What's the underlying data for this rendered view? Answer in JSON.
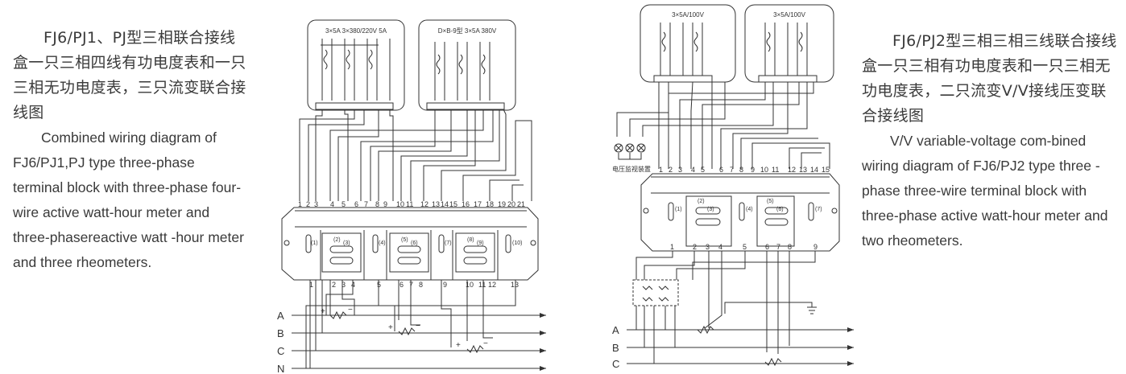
{
  "left_caption": {
    "zh": "FJ6/PJ1、PJ型三相联合接线盒一只三相四线有功电度表和一只三相无功电度表，三只流变联合接线图",
    "en": "Combined wiring diagram of FJ6/PJ1,PJ type three-phase terminal block with three-phase four-wire active watt-hour meter and three-phasereactive watt -hour meter and three rheometers."
  },
  "right_caption": {
    "zh": "FJ6/PJ2型三相三相三线联合接线盒一只三相有功电度表和一只三相无功电度表，二只流变V/V接线压变联合接线图",
    "en": "V/V variable-voltage com-bined wiring diagram of FJ6/PJ2 type three -phase three-wire terminal block with three-phase active watt-hour meter and two rheometers."
  },
  "left_diagram": {
    "meter1_label": "3×5A  3×380/220V  5A",
    "meter2_label": "D×B-9型  3×5A 380V",
    "top_terminal_numbers": [
      "1",
      "2",
      "3",
      "4",
      "5",
      "6",
      "7",
      "8",
      "9",
      "10",
      "11",
      "12",
      "13",
      "14",
      "15",
      "16",
      "17",
      "18",
      "19",
      "20",
      "21"
    ],
    "bottom_terminal_numbers": [
      "1",
      "2",
      "3",
      "4",
      "5",
      "6",
      "7",
      "8",
      "9",
      "10",
      "11",
      "12",
      "13"
    ],
    "switch_labels": [
      "(1)",
      "(2)",
      "(3)",
      "(4)",
      "(5)",
      "(6)",
      "(7)",
      "(8)",
      "(9)",
      "(10)"
    ],
    "bus_labels": [
      "A",
      "B",
      "C",
      "N"
    ],
    "ct_polarity": [
      "+",
      "−"
    ]
  },
  "right_diagram": {
    "meter1_label": "3×5A/100V",
    "meter2_label": "3×5A/100V",
    "monitor_label": "电压监视装置",
    "top_terminal_numbers": [
      "1",
      "2",
      "3",
      "4",
      "5",
      "6",
      "7",
      "8",
      "9",
      "10",
      "11",
      "12",
      "13",
      "14",
      "15"
    ],
    "bottom_terminal_numbers": [
      "1",
      "2",
      "3",
      "4",
      "5",
      "6",
      "7",
      "8",
      "9"
    ],
    "switch_labels": [
      "(1)",
      "(2)",
      "(3)",
      "(4)",
      "(5)",
      "(6)",
      "(7)"
    ],
    "bus_labels": [
      "A",
      "B",
      "C"
    ]
  }
}
